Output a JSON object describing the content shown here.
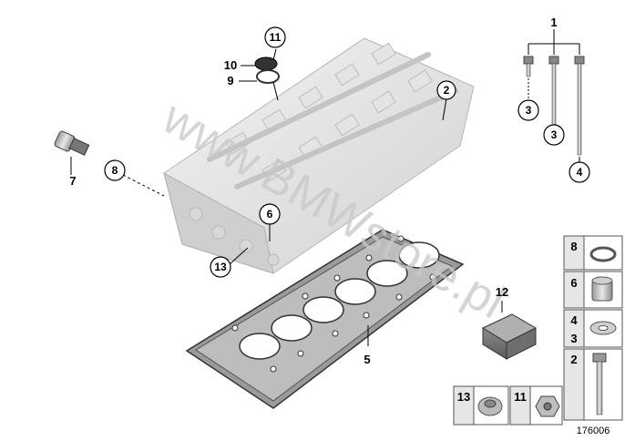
{
  "diagram": {
    "watermark": "www.BMWstore.pl",
    "reference_number": "176006",
    "callouts": {
      "c1": "1",
      "c2": "2",
      "c3a": "3",
      "c3b": "3",
      "c4": "4",
      "c5": "5",
      "c6": "6",
      "c7": "7",
      "c8": "8",
      "c9": "9",
      "c10": "10",
      "c11": "11",
      "c12": "12",
      "c13": "13"
    },
    "side_panels": {
      "p8": "8",
      "p6": "6",
      "p4": "4",
      "p3": "3",
      "p2": "2",
      "p13": "13",
      "p11": "11"
    }
  }
}
